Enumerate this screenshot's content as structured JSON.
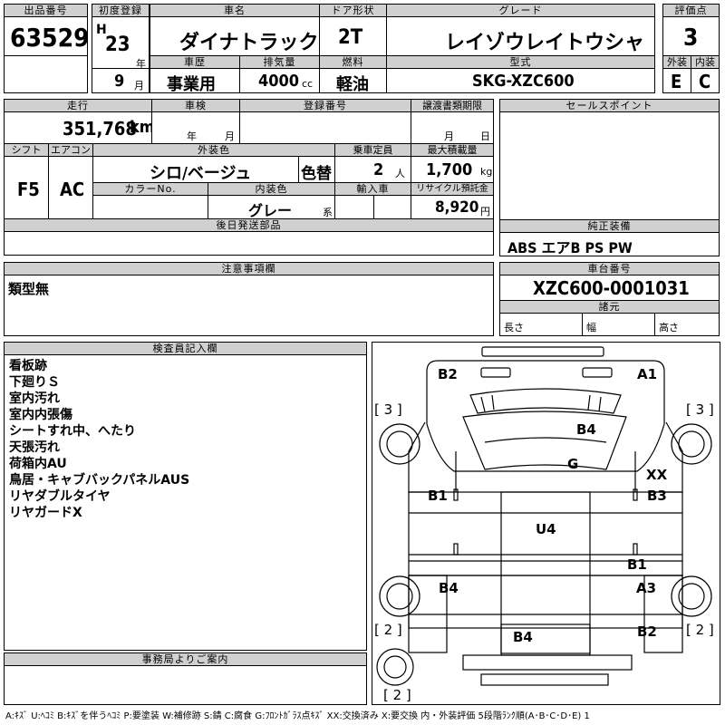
{
  "sheet": {
    "lot_label": "出品番号",
    "lot_number": "63529",
    "first_reg_label": "初度登録",
    "era": "H",
    "year": "23",
    "year_unit": "年",
    "month": "9",
    "month_unit": "月",
    "car_name_label": "車名",
    "car_name": "ダイナトラック",
    "door_label": "ドア形状",
    "door": "2T",
    "grade_label": "グレード",
    "grade": "レイゾウレイトウシャ",
    "score_label": "評価点",
    "score": "3",
    "history_label": "車歴",
    "history": "事業用",
    "displacement_label": "排気量",
    "displacement": "4000",
    "displacement_unit": "cc",
    "fuel_label": "燃料",
    "fuel": "軽油",
    "model_code_label": "型式",
    "model_code": "SKG-XZC600",
    "exterior_label": "外装",
    "exterior_grade": "E",
    "interior_label": "内装",
    "interior_grade": "C",
    "mileage_label": "走行",
    "mileage": "351,768",
    "mileage_unit": "km",
    "inspection_label": "車検",
    "insp_year_unit": "年",
    "insp_month_unit": "月",
    "registration_label": "登録番号",
    "transfer_label": "譲渡書類期限",
    "transfer_month_unit": "月",
    "transfer_day_unit": "日",
    "sales_points_label": "セールスポイント",
    "shift_label": "シフト",
    "shift": "F5",
    "ac_label": "エアコン",
    "ac": "AC",
    "ext_color_label": "外装色",
    "ext_color": "シロ/ベージュ",
    "color_change": "色替",
    "capacity_label": "乗車定員",
    "capacity": "2",
    "capacity_unit": "人",
    "max_load_label": "最大積載量",
    "max_load": "1,700",
    "max_load_unit": "kg",
    "color_no_label": "カラーNo.",
    "int_color_label": "内装色",
    "int_color": "グレー",
    "int_color_suffix": "系",
    "import_label": "輸入車",
    "recycle_label": "リサイクル預託金",
    "recycle": "8,920",
    "recycle_unit": "円",
    "later_parts_label": "後日発送部品",
    "genuine_label": "純正装備",
    "genuine": "ABS エアB PS PW",
    "remarks_label": "注意事項欄",
    "remarks": "類型無",
    "chassis_label": "車台番号",
    "chassis": "XZC600-0001031",
    "specs_label": "諸元",
    "length_label": "長さ",
    "width_label": "幅",
    "height_label": "高さ",
    "inspector_label": "検査員記入欄",
    "inspector_notes": [
      "看板跡",
      "下廻りＳ",
      "室内汚れ",
      "室内内張傷",
      "シートすれ中、へたり",
      "天張汚れ",
      "荷箱内AU",
      "鳥居・キャブバックパネルAUS",
      "リヤダブルタイヤ",
      "リヤガードX"
    ],
    "office_label": "事務局よりご案内",
    "legend": "A:ｷｽﾞ U:ﾍｺﾐ B:ｷｽﾞを伴うﾍｺﾐ P:要塗装 W:補修跡 S:錆 C:腐食 G:ﾌﾛﾝﾄｶﾞﾗｽ点ｷｽﾞ XX:交換済み X:要交換 内・外装評価 5段階ﾗﾝｸ順(A･B･C･D･E) 1"
  },
  "diagram": {
    "marks": {
      "b2_top": "B2",
      "a1_top": "A1",
      "b4_hood": "B4",
      "g_glass": "G",
      "xx": "XX",
      "b1_left": "B1",
      "b3_right": "B3",
      "u4": "U4",
      "b1_mid": "B1",
      "b4_left": "B4",
      "a3_right": "A3",
      "b2_bottom": "B2",
      "b4_bottom": "B4"
    },
    "tire_labels": {
      "fl": "[ 3 ]",
      "fr": "[ 3 ]",
      "rl": "[ 2 ]",
      "rr": "[ 2 ]",
      "spare": "[ 2 ]"
    }
  }
}
